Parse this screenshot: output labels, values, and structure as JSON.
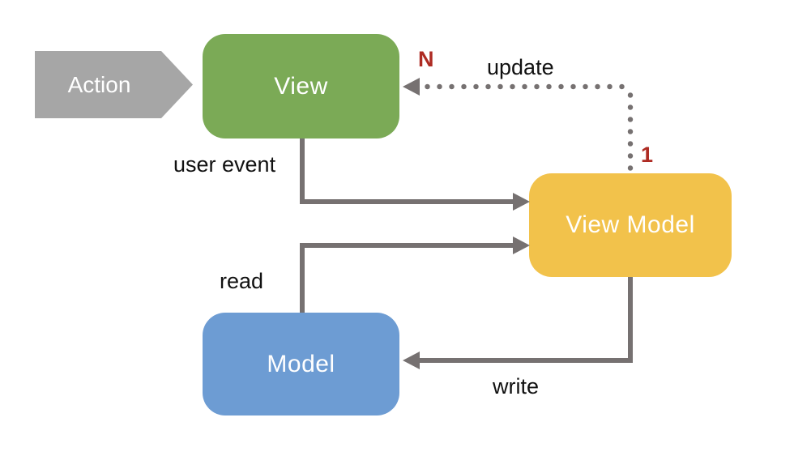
{
  "nodes": {
    "action": {
      "label": "Action",
      "color": "#a6a6a6",
      "text_color": "#ffffff"
    },
    "view": {
      "label": "View",
      "color": "#7baa56",
      "text_color": "#ffffff"
    },
    "view_model": {
      "label": "View Model",
      "color": "#f2c24b",
      "text_color": "#ffffff"
    },
    "model": {
      "label": "Model",
      "color": "#6d9cd3",
      "text_color": "#ffffff"
    }
  },
  "edges": {
    "user_event": {
      "label": "user event",
      "from": "view",
      "to": "view_model",
      "style": "solid"
    },
    "read": {
      "label": "read",
      "from": "model",
      "to": "view_model",
      "style": "solid"
    },
    "write": {
      "label": "write",
      "from": "view_model",
      "to": "model",
      "style": "solid"
    },
    "update": {
      "label": "update",
      "from": "view_model",
      "to": "view",
      "style": "dotted",
      "multiplicity_at_view": "N",
      "multiplicity_at_view_model": "1"
    }
  },
  "colors": {
    "connector": "#767171",
    "multiplicity": "#ae2b23",
    "edge_label": "#111111",
    "background": "#ffffff"
  }
}
